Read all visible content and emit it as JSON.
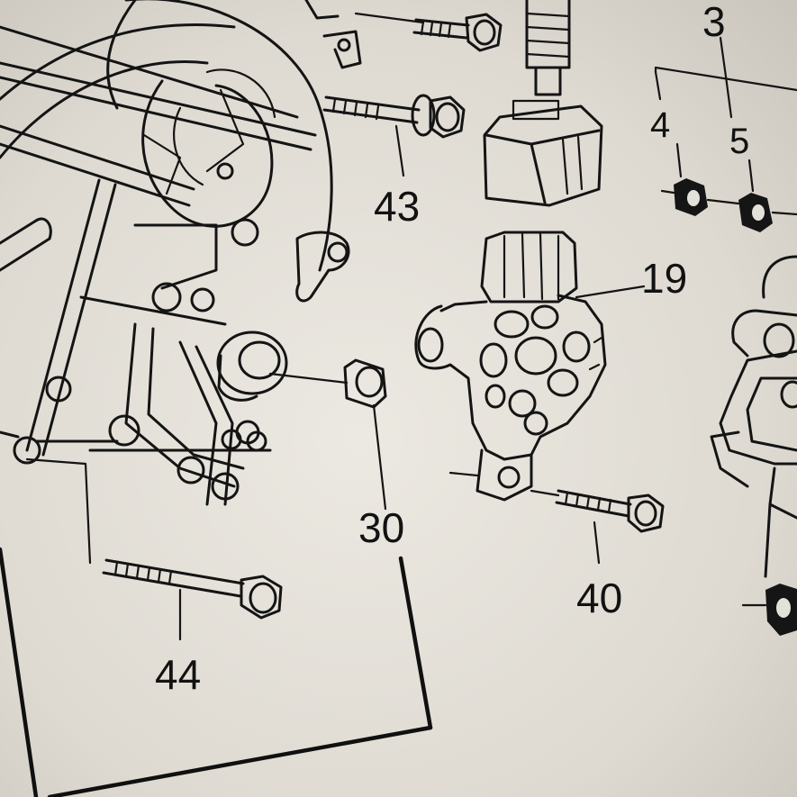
{
  "diagram": {
    "labels": {
      "p3": "3",
      "p4": "4",
      "p5": "5",
      "p19": "19",
      "p30": "30",
      "p40": "40",
      "p43": "43",
      "p44": "44"
    },
    "colors": {
      "paper": "#e4e1da",
      "ink": "#141414"
    }
  }
}
